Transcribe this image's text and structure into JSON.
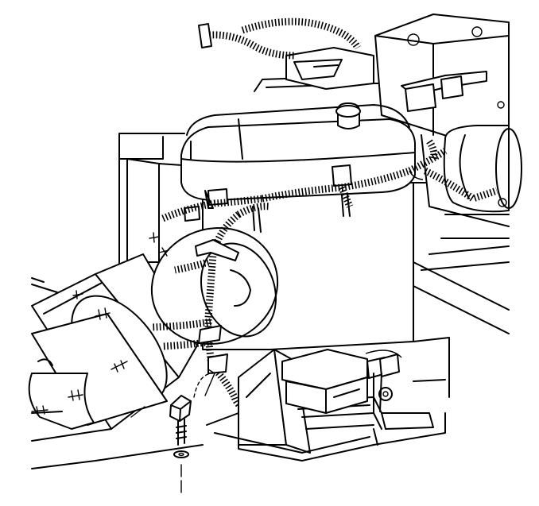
{
  "diagram": {
    "colors": {
      "ink": "#000000",
      "paper": "#ffffff"
    },
    "parts": [
      "coolant-reservoir",
      "reservoir-cap",
      "blower-motor",
      "wiring-harness",
      "harness-connector",
      "mounting-bolt",
      "relay-module",
      "engine-block"
    ]
  }
}
